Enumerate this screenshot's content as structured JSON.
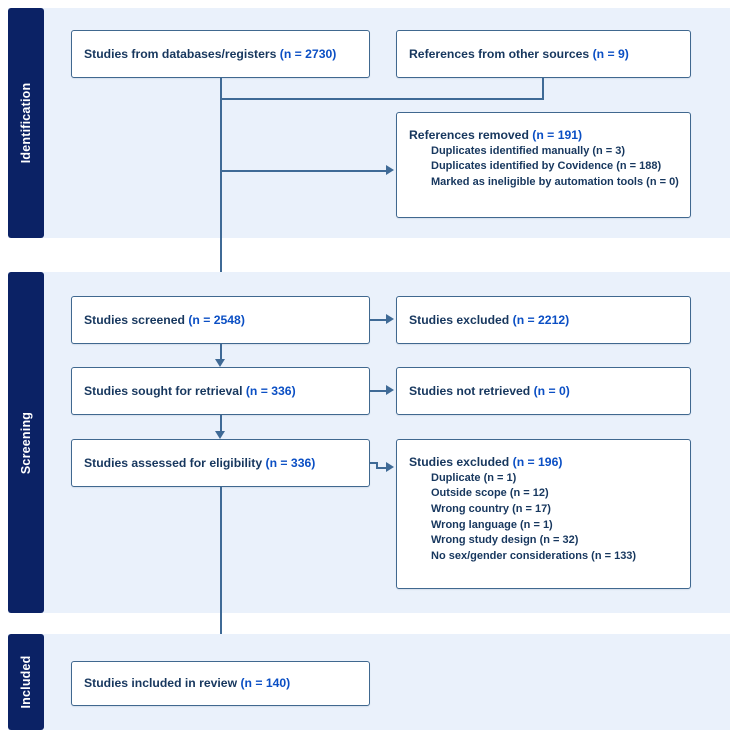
{
  "diagram": {
    "type": "prisma-flow-diagram",
    "colors": {
      "band_background": "#EAF1FB",
      "stage_tab": "#0B2265",
      "box_border": "#40688F",
      "text": "#17375E",
      "count_accent": "#0B4FC4",
      "connector": "#3F6A96",
      "page_background": "#FFFFFF"
    }
  },
  "stages": [
    {
      "id": "identification",
      "label": "Identification"
    },
    {
      "id": "screening",
      "label": "Screening"
    },
    {
      "id": "included",
      "label": "Included"
    }
  ],
  "boxes": {
    "databases": {
      "title": "Studies from databases/registers",
      "count": "(n = 2730)"
    },
    "other_sources": {
      "title": "References from other sources",
      "count": "(n = 9)"
    },
    "references_removed": {
      "title": "References removed",
      "count": "(n = 191)",
      "items": [
        "Duplicates identified manually (n = 3)",
        "Duplicates identified by Covidence (n = 188)",
        "Marked as ineligible by automation tools (n = 0)"
      ]
    },
    "screened": {
      "title": "Studies screened",
      "count": "(n = 2548)"
    },
    "excluded_screened": {
      "title": "Studies excluded",
      "count": "(n = 2212)"
    },
    "sought": {
      "title": "Studies sought for retrieval",
      "count": "(n = 336)"
    },
    "not_retrieved": {
      "title": "Studies not retrieved",
      "count": "(n = 0)"
    },
    "assessed": {
      "title": "Studies assessed for eligibility",
      "count": "(n = 336)"
    },
    "excluded_eligibility": {
      "title": "Studies excluded",
      "count": "(n = 196)",
      "items": [
        "Duplicate (n = 1)",
        "Outside scope (n = 12)",
        "Wrong country (n = 17)",
        "Wrong language (n = 1)",
        "Wrong study design (n = 32)",
        "No sex/gender considerations (n = 133)"
      ]
    },
    "included_review": {
      "title": "Studies included in review",
      "count": "(n = 140)"
    }
  }
}
